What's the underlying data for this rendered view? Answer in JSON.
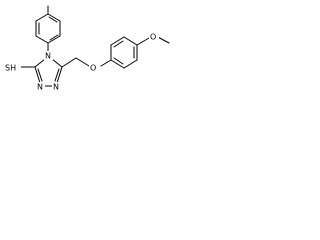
{
  "structure": {
    "atoms": {
      "ring_n4": "N",
      "ring_n1": "N",
      "ring_n2": "N",
      "sh": "SH",
      "ether_o": "O",
      "methoxy_o": "O"
    }
  }
}
